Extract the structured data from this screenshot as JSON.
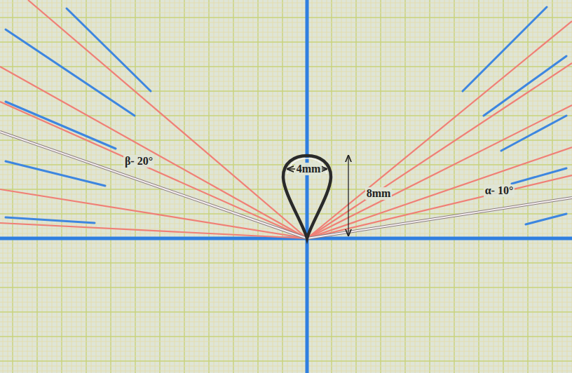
{
  "diagram": {
    "labels": [
      "4mm",
      "8mm",
      "β- 20°",
      "α- 10°"
    ]
  }
}
